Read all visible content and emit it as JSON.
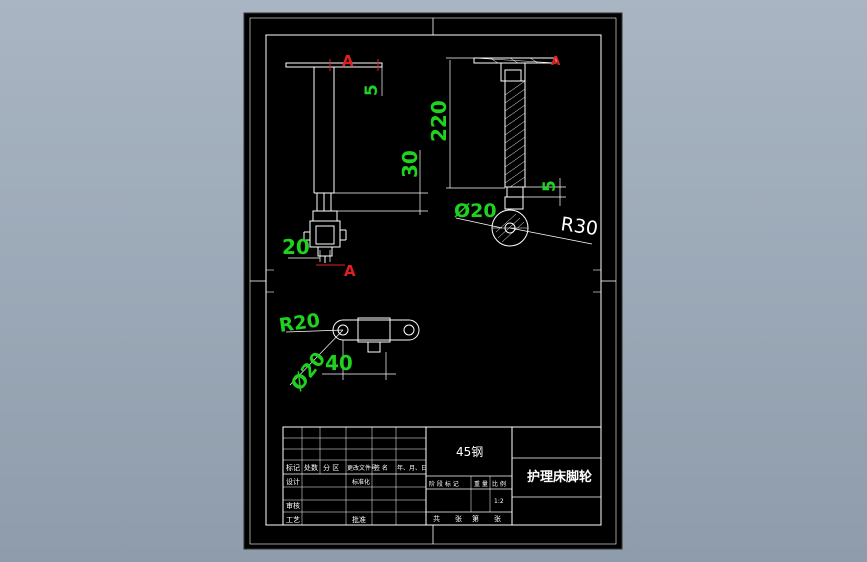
{
  "colors": {
    "background": "#98a6b5",
    "sheet": "#000000",
    "line": "#ffffff",
    "dimension": "#1fd21f",
    "section_mark": "#e02020"
  },
  "dimensions": {
    "d5_top": "5",
    "d30": "30",
    "d20_left": "20",
    "d220": "220",
    "d5_right": "5",
    "dia20_right": "Ø20",
    "r30": "R30",
    "r20": "R20",
    "d40": "40",
    "dia20_bottom": "Ø20"
  },
  "section_marks": {
    "top": "A",
    "bottom": "A",
    "right": "A"
  },
  "title_block": {
    "material": "45钢",
    "part_name": "护理床脚轮",
    "scale": "1:2",
    "row_labels": {
      "marks": "标记",
      "count": "处数",
      "zone": "分 区",
      "change_doc": "更改文件号",
      "signature": "签 名",
      "date": "年、月、日",
      "design": "设计",
      "standardize": "标准化",
      "review": "审核",
      "process": "工艺",
      "approve": "批准"
    },
    "stage_labels": {
      "stage_mark": "阶 段 标 记",
      "weight": "重 量",
      "ratio": "比 例"
    },
    "sheet_info": {
      "total": "共",
      "sheets": "张",
      "page": "第",
      "page_unit": "张"
    }
  }
}
